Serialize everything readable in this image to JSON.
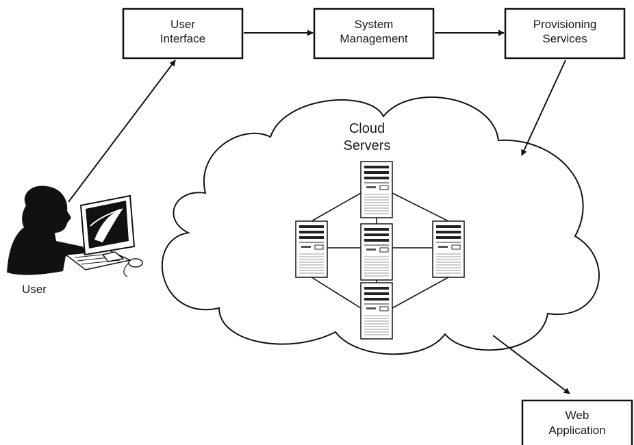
{
  "boxes": {
    "user_interface": [
      "User",
      "Interface"
    ],
    "system_management": [
      "System",
      "Management"
    ],
    "provisioning_services": [
      "Provisioning",
      "Services"
    ],
    "web_application": [
      "Web",
      "Application"
    ]
  },
  "cloud": {
    "label": [
      "Cloud",
      "Servers"
    ]
  },
  "user": {
    "label": "User"
  }
}
